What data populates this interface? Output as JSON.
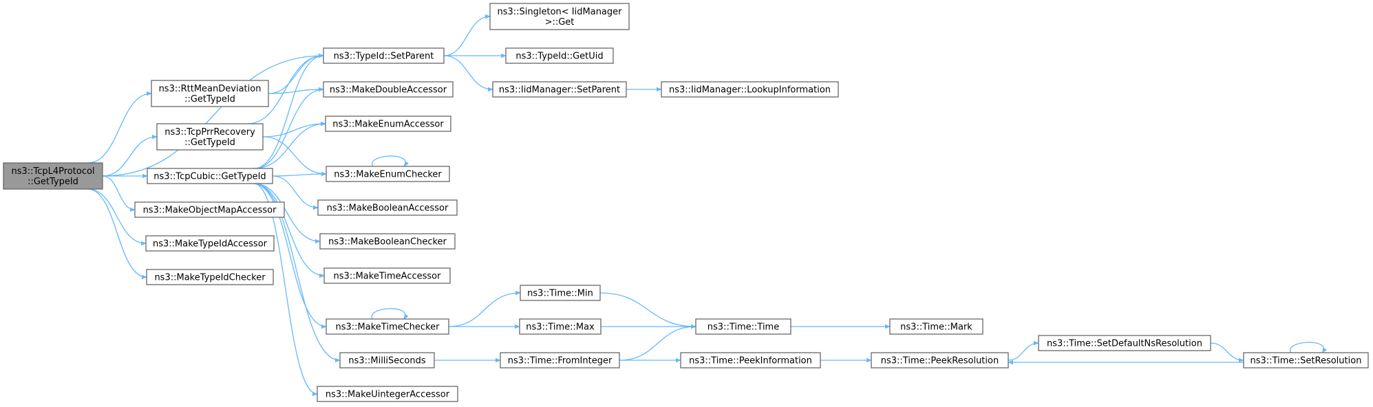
{
  "diagram": {
    "type": "call-graph",
    "colors": {
      "edge": "#63b8ff",
      "root_fill": "#999999",
      "node_fill": "#ffffff",
      "node_border": "#666666"
    },
    "nodes": [
      {
        "id": "tcpl4",
        "lines": [
          "ns3::TcpL4Protocol",
          "::GetTypeId"
        ],
        "root": true
      },
      {
        "id": "rttmean",
        "lines": [
          "ns3::RttMeanDeviation",
          "::GetTypeId"
        ]
      },
      {
        "id": "tcpprr",
        "lines": [
          "ns3::TcpPrrRecovery",
          "::GetTypeId"
        ]
      },
      {
        "id": "tcpcubic",
        "lines": [
          "ns3::TcpCubic::GetTypeId"
        ]
      },
      {
        "id": "mkobjmap",
        "lines": [
          "ns3::MakeObjectMapAccessor"
        ]
      },
      {
        "id": "mktidacc",
        "lines": [
          "ns3::MakeTypeIdAccessor"
        ]
      },
      {
        "id": "mktidchk",
        "lines": [
          "ns3::MakeTypeIdChecker"
        ]
      },
      {
        "id": "setparent",
        "lines": [
          "ns3::TypeId::SetParent"
        ]
      },
      {
        "id": "mkdouble",
        "lines": [
          "ns3::MakeDoubleAccessor"
        ]
      },
      {
        "id": "mkenumacc",
        "lines": [
          "ns3::MakeEnumAccessor"
        ]
      },
      {
        "id": "mkenumchk",
        "lines": [
          "ns3::MakeEnumChecker"
        ]
      },
      {
        "id": "mkboolacc",
        "lines": [
          "ns3::MakeBooleanAccessor"
        ]
      },
      {
        "id": "mkboolchk",
        "lines": [
          "ns3::MakeBooleanChecker"
        ]
      },
      {
        "id": "mktimeacc",
        "lines": [
          "ns3::MakeTimeAccessor"
        ]
      },
      {
        "id": "mktimechk",
        "lines": [
          "ns3::MakeTimeChecker"
        ]
      },
      {
        "id": "millisec",
        "lines": [
          "ns3::MilliSeconds"
        ]
      },
      {
        "id": "mkuint",
        "lines": [
          "ns3::MakeUintegerAccessor"
        ]
      },
      {
        "id": "singleton",
        "lines": [
          "ns3::Singleton< IidManager",
          ">::Get"
        ]
      },
      {
        "id": "getuid",
        "lines": [
          "ns3::TypeId::GetUid"
        ]
      },
      {
        "id": "iidsetpar",
        "lines": [
          "ns3::IidManager::SetParent"
        ]
      },
      {
        "id": "iidlookup",
        "lines": [
          "ns3::IidManager::LookupInformation"
        ]
      },
      {
        "id": "timemin",
        "lines": [
          "ns3::Time::Min"
        ]
      },
      {
        "id": "timemax",
        "lines": [
          "ns3::Time::Max"
        ]
      },
      {
        "id": "fromint",
        "lines": [
          "ns3::Time::FromInteger"
        ]
      },
      {
        "id": "timetime",
        "lines": [
          "ns3::Time::Time"
        ]
      },
      {
        "id": "peekinfo",
        "lines": [
          "ns3::Time::PeekInformation"
        ]
      },
      {
        "id": "timemark",
        "lines": [
          "ns3::Time::Mark"
        ]
      },
      {
        "id": "peekres",
        "lines": [
          "ns3::Time::PeekResolution"
        ]
      },
      {
        "id": "setdefns",
        "lines": [
          "ns3::Time::SetDefaultNsResolution"
        ]
      },
      {
        "id": "setres",
        "lines": [
          "ns3::Time::SetResolution"
        ]
      }
    ],
    "edges": [
      [
        "tcpl4",
        "setparent"
      ],
      [
        "tcpl4",
        "rttmean"
      ],
      [
        "tcpl4",
        "tcpprr"
      ],
      [
        "tcpl4",
        "tcpcubic"
      ],
      [
        "tcpl4",
        "mkobjmap"
      ],
      [
        "tcpl4",
        "mktidacc"
      ],
      [
        "tcpl4",
        "mktidchk"
      ],
      [
        "rttmean",
        "setparent"
      ],
      [
        "rttmean",
        "mkdouble"
      ],
      [
        "tcpprr",
        "setparent"
      ],
      [
        "tcpprr",
        "mkenumacc"
      ],
      [
        "tcpprr",
        "mkenumchk"
      ],
      [
        "tcpcubic",
        "setparent"
      ],
      [
        "tcpcubic",
        "mkdouble"
      ],
      [
        "tcpcubic",
        "mkenumacc"
      ],
      [
        "tcpcubic",
        "mkenumchk"
      ],
      [
        "tcpcubic",
        "mkboolacc"
      ],
      [
        "tcpcubic",
        "mkboolchk"
      ],
      [
        "tcpcubic",
        "mktimeacc"
      ],
      [
        "tcpcubic",
        "mktimechk"
      ],
      [
        "tcpcubic",
        "millisec"
      ],
      [
        "tcpcubic",
        "mkuint"
      ],
      [
        "mkenumchk",
        "mkenumchk"
      ],
      [
        "setparent",
        "singleton"
      ],
      [
        "setparent",
        "getuid"
      ],
      [
        "setparent",
        "iidsetpar"
      ],
      [
        "iidsetpar",
        "iidlookup"
      ],
      [
        "mktimechk",
        "mktimechk"
      ],
      [
        "mktimechk",
        "timemin"
      ],
      [
        "mktimechk",
        "timemax"
      ],
      [
        "millisec",
        "fromint"
      ],
      [
        "timemin",
        "timetime"
      ],
      [
        "timemax",
        "timetime"
      ],
      [
        "fromint",
        "timetime"
      ],
      [
        "fromint",
        "peekinfo"
      ],
      [
        "timetime",
        "timemark"
      ],
      [
        "peekinfo",
        "peekres"
      ],
      [
        "peekres",
        "setdefns"
      ],
      [
        "setdefns",
        "setres"
      ],
      [
        "setres",
        "peekres"
      ],
      [
        "setres",
        "setres"
      ]
    ]
  }
}
